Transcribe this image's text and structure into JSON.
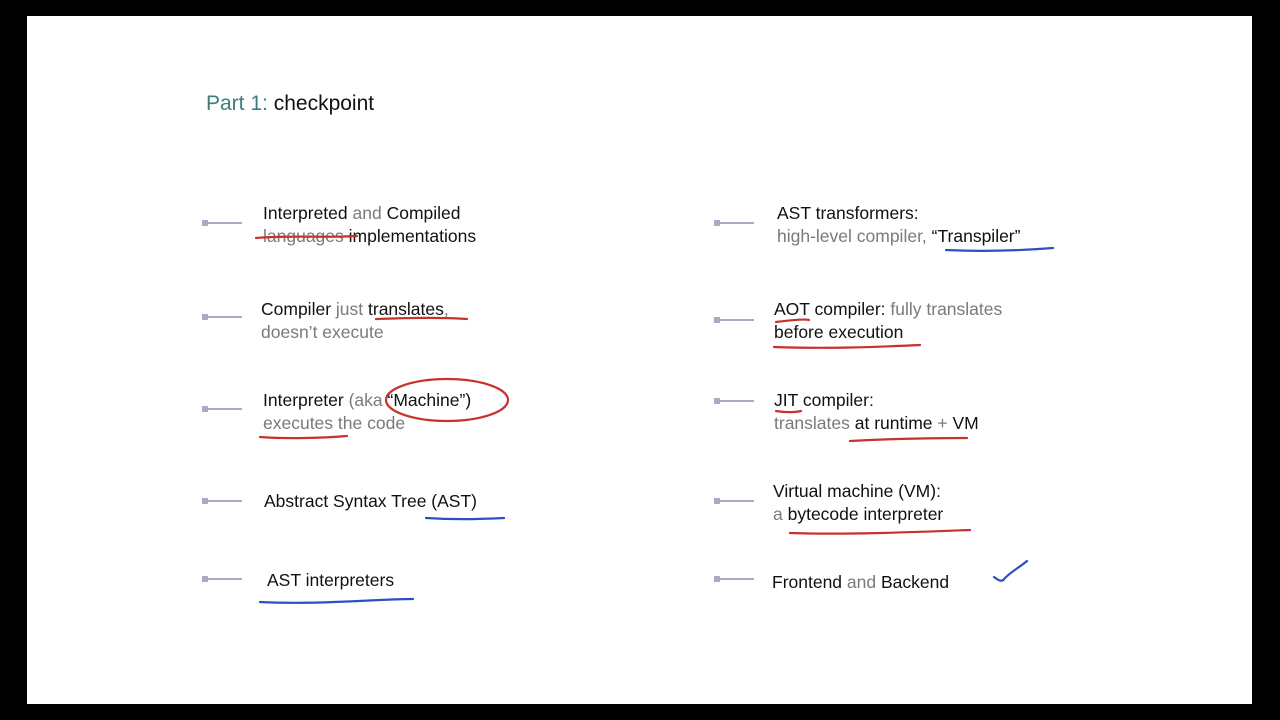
{
  "slide": {
    "title_prefix": "Part 1:",
    "title_main": "checkpoint"
  },
  "left_column": [
    {
      "line1": {
        "a": "Interpreted",
        "b": " and ",
        "c": "Compiled"
      },
      "line2": {
        "a": "languages",
        "b": " implementations"
      }
    },
    {
      "line1": {
        "a": "Compiler",
        "b": " just ",
        "c": "translates",
        "d": ","
      },
      "line2": {
        "a": "doesn’t execute"
      }
    },
    {
      "line1": {
        "a": "Interpreter",
        "b": " (aka ",
        "c": "“Machine”)"
      },
      "line2": {
        "a": "executes",
        "b": " the code"
      }
    },
    {
      "line1": {
        "a": "Abstract Syntax Tree ",
        "b": "(AST)"
      }
    },
    {
      "line1": {
        "a": "AST interpreters"
      }
    }
  ],
  "right_column": [
    {
      "line1": {
        "a": "AST transformers:"
      },
      "line2": {
        "a": "high-level compiler, ",
        "b": "“Transpiler”"
      }
    },
    {
      "line1": {
        "a": "AOT",
        "b": " compiler: ",
        "c": "fully translates"
      },
      "line2": {
        "a": "before execution"
      }
    },
    {
      "line1": {
        "a": "JIT",
        "b": " compiler:"
      },
      "line2": {
        "a": "translates ",
        "b": "at runtime",
        "c": " + ",
        "d": "VM"
      }
    },
    {
      "line1": {
        "a": "Virtual machine (VM):"
      },
      "line2": {
        "a": "a ",
        "b": "bytecode interpreter"
      }
    },
    {
      "line1": {
        "a": "Frontend",
        "b": " and ",
        "c": "Backend"
      }
    }
  ],
  "colors": {
    "title_accent": "#3c7d7a",
    "bullet": "#a6abc6",
    "secondary_text": "#7a7a7a",
    "annotation_red": "#c8312c",
    "annotation_blue": "#2d4fc4",
    "frame": "#000000"
  }
}
